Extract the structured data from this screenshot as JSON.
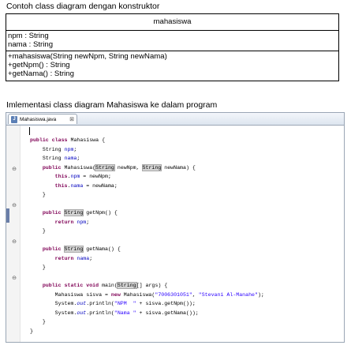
{
  "headings": {
    "diagram": "Contoh class diagram dengan konstruktor",
    "implementation": "Imlementasi class diagram Mahasiswa ke dalam program"
  },
  "uml": {
    "class_name": "mahasiswa",
    "attributes": [
      "npm : String",
      "nama : String"
    ],
    "methods": [
      "+mahasiswa(String newNpm, String newNama)",
      "+getNpm() : String",
      "+getNama() : String"
    ]
  },
  "editor": {
    "tab_label": "Mahasiswa.java",
    "tab_close": "⊠"
  },
  "code": {
    "public": "public",
    "class": "class",
    "static": "static",
    "void": "void",
    "this": "this",
    "return": "return",
    "new": "new",
    "String": "String",
    "class_name": "Mahasiswa",
    "npm": "npm",
    "nama": "nama",
    "newNpm": "newNpm",
    "newNama": "newNama",
    "getNpm": "getNpm",
    "getNama": "getNama",
    "main": "main",
    "args": "args",
    "sisva": "sisva",
    "out": "out",
    "println": "println",
    "str_npm_value": "\"7006301051\"",
    "str_nama_value": "\"Stevani Al-Manahe\"",
    "str_npm_label": "\"NPM  \"",
    "str_nama_label": "\"Nama \""
  }
}
